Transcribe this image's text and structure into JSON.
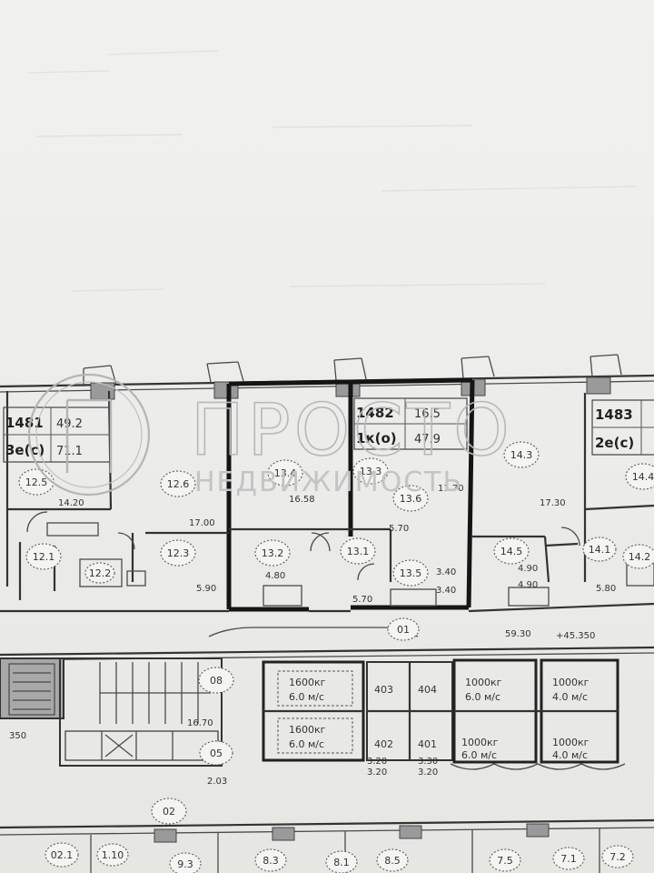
{
  "watermark": {
    "line1": "ПРОСТО",
    "line2": "НЕДВИЖИМОСТЬ"
  },
  "apartments": [
    {
      "number": "1481",
      "type": "3е(с)",
      "living": "49.2",
      "total": "71.1"
    },
    {
      "number": "1482",
      "type": "1к(о)",
      "living": "16.5",
      "total": "47.9"
    },
    {
      "number": "1483",
      "type": "2е(с)"
    }
  ],
  "rooms": [
    "12.5",
    "12.6",
    "13.4",
    "13.3",
    "13.6",
    "14.3",
    "14.4",
    "12.1",
    "12.2",
    "12.3",
    "13.2",
    "13.1",
    "13.5",
    "14.5",
    "14.1",
    "14.2",
    "08",
    "05",
    "02",
    "01",
    "02.1",
    "8.3",
    "8.1",
    "8.5",
    "7.5",
    "7.1",
    "7.2",
    "9.3",
    "1.10"
  ],
  "dimensions": [
    "14.20",
    "17.00",
    "16.58",
    "11.70",
    "5.70",
    "17.30",
    "4.80",
    "5.90",
    "4.90",
    "5.70",
    "3.40",
    "3.40",
    "4.90",
    "5.80",
    "59.30",
    "+45.350",
    "16.70",
    "2.03",
    "3.20",
    "3.30",
    "3.20",
    "3.20",
    "350"
  ],
  "lifts": [
    {
      "id": "lift-a",
      "load": "1600кг",
      "speed": "6.0 м/с"
    },
    {
      "id": "lift-b",
      "load": "1600кг",
      "speed": "6.0 м/с"
    },
    {
      "id": "lift-c",
      "load": "1000кг",
      "speed": "6.0 м/с"
    },
    {
      "id": "lift-d",
      "load": "1000кг",
      "speed": "4.0 м/с"
    },
    {
      "id": "lift-e",
      "load": "1000кг",
      "speed": "6.0 м/с"
    },
    {
      "id": "lift-f",
      "load": "1000кг",
      "speed": "4.0 м/с"
    }
  ],
  "shafts": [
    "403",
    "404",
    "402",
    "401"
  ]
}
